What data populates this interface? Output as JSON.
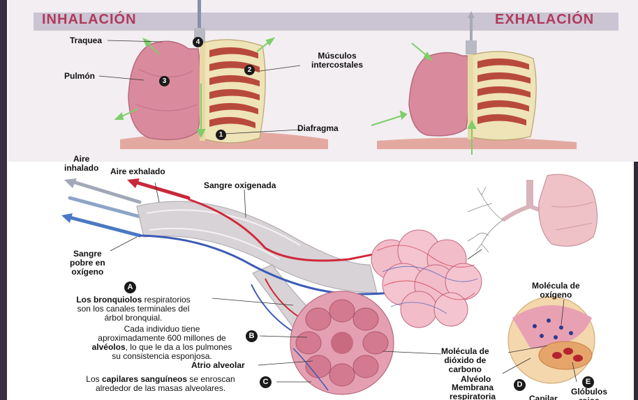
{
  "headers": {
    "inhalation": "INHALACIÓN",
    "exhalation": "EXHALACIÓN"
  },
  "top_labels": {
    "trachea": "Traquea",
    "lung": "Pulmón",
    "muscles_1": "Músculos",
    "muscles_2": "intercostales",
    "diaphragm": "Diafragma"
  },
  "top_badges": [
    "1",
    "2",
    "3",
    "4"
  ],
  "air_labels": {
    "inhaled_1": "Aire",
    "inhaled_2": "inhalado",
    "exhaled": "Aire exhalado",
    "oxygenated": "Sangre oxigenada",
    "poor_1": "Sangre",
    "poor_2": "pobre en",
    "poor_3": "oxígeno"
  },
  "annotations": {
    "a_badge": "A",
    "a_bold": "Los bronquiolos",
    "a_rest_1": " respiratorios",
    "a_line_2": "son los canales terminales del",
    "a_line_3": "árbol bronquial.",
    "b_badge": "B",
    "b_line_1": "Cada individuo tiene",
    "b_line_2": "aproximadamente 600 millones de",
    "b_bold": "alvéolos",
    "b_rest_3": ", lo que le da a los pulmones",
    "b_line_4": "su consistencia esponjosa.",
    "atrium": "Atrio alveolar",
    "c_badge": "C",
    "c_pre": "Los ",
    "c_bold": "capilares sanguíneos",
    "c_rest_1": " se enroscan",
    "c_line_2": "alrededor de las masas alveolares."
  },
  "detail_labels": {
    "oxygen_1": "Molécula de",
    "oxygen_2": "oxígeno",
    "co2_1": "Molécula de",
    "co2_2": "dióxido de",
    "co2_3": "carbono",
    "alveolus": "Alvéolo",
    "membrane_1": "Membrana",
    "membrane_2": "respiratoria",
    "d_badge": "D",
    "capillary_partial": "Capilar",
    "e_badge": "E",
    "rbc_1": "Glóbulos",
    "rbc_2": "rojos"
  },
  "colors": {
    "header_text": "#b03a5b",
    "header_band": "#cbc5d3",
    "lung_pink": "#d98a9c",
    "rib_muscle": "#b84a3c",
    "bronchiole": "#d7d3d6",
    "artery_red": "#d0283a",
    "vein_blue": "#3a5bb5",
    "arrow_green": "#7fce6a"
  }
}
